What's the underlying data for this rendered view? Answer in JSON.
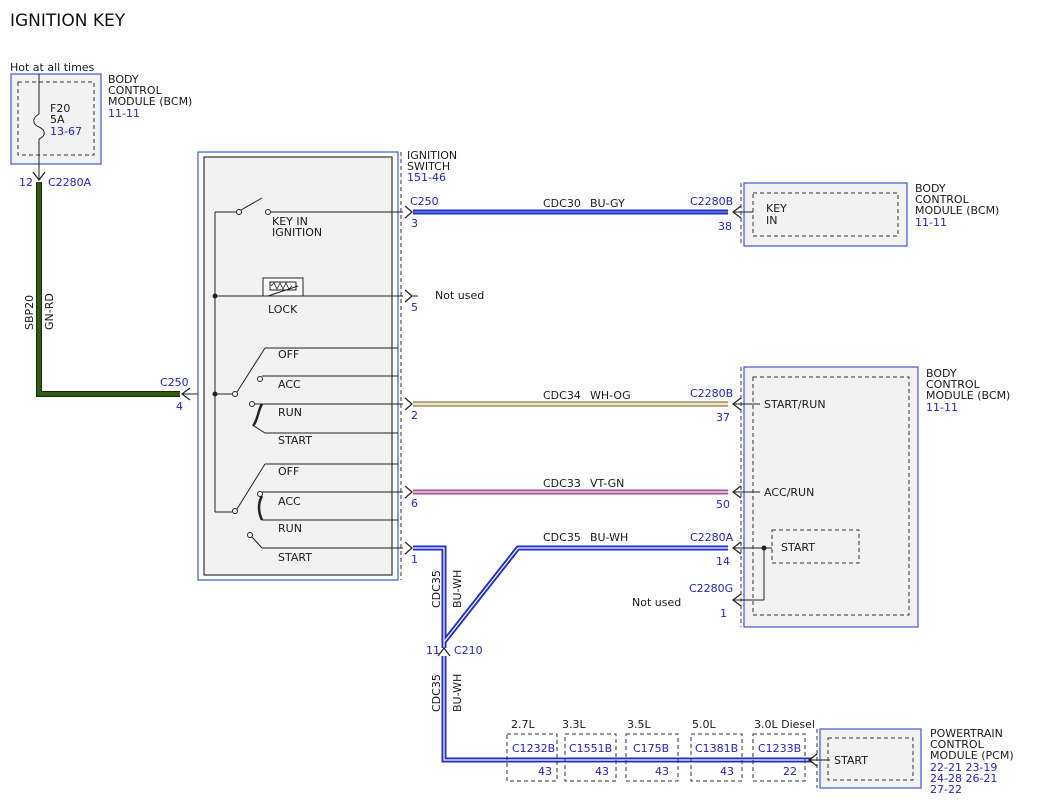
{
  "title": "IGNITION KEY",
  "colors": {
    "ref_blue": "#2222cc",
    "module_border": "#4455dd",
    "module_fill": "#f2f2f2",
    "wire_bu": "#1f2fd0",
    "wire_gn_rd": "#2e5a16",
    "wire_wh_og": "#c8a860",
    "wire_vt_gn": "#b04aa0"
  },
  "power_source": {
    "hot_label": "Hot at all times",
    "module_name": [
      "BODY",
      "CONTROL",
      "MODULE (BCM)"
    ],
    "module_ref": "11-11",
    "fuse_name": "F20",
    "fuse_rating": "5A",
    "fuse_ref": "13-67",
    "pin": "12",
    "connector": "C2280A"
  },
  "feed_wire": {
    "circuit": "SBP20",
    "color": "GN-RD",
    "connector": "C250",
    "pin": "4"
  },
  "ignition_switch": {
    "name": [
      "IGNITION",
      "SWITCH"
    ],
    "ref": "151-46",
    "key_in_label": [
      "KEY IN",
      "IGNITION"
    ],
    "lock_label": "LOCK",
    "switch1_positions": [
      "OFF",
      "ACC",
      "RUN",
      "START"
    ],
    "switch2_positions": [
      "OFF",
      "ACC",
      "RUN",
      "START"
    ],
    "connector": "C250",
    "pins": [
      "3",
      "5",
      "2",
      "6",
      "1"
    ],
    "not_used": "Not used"
  },
  "wires": [
    {
      "circuit": "CDC30",
      "color": "BU-GY"
    },
    {
      "circuit": "CDC34",
      "color": "WH-OG"
    },
    {
      "circuit": "CDC33",
      "color": "VT-GN"
    },
    {
      "circuit": "CDC35",
      "color": "BU-WH"
    }
  ],
  "bcm_key": {
    "name": [
      "BODY",
      "CONTROL",
      "MODULE (BCM)"
    ],
    "ref": "11-11",
    "connector": "C2280B",
    "pin": "38",
    "input": [
      "KEY",
      "IN"
    ]
  },
  "bcm_main": {
    "name": [
      "BODY",
      "CONTROL",
      "MODULE (BCM)"
    ],
    "ref": "11-11",
    "start_run_connector": "C2280B",
    "start_run_pin": "37",
    "start_run_label": "START/RUN",
    "acc_run_pin": "50",
    "acc_run_label": "ACC/RUN",
    "start_connector": "C2280A",
    "start_pin": "14",
    "start_label": "START",
    "unused_connector": "C2280G",
    "unused_pin": "1",
    "not_used": "Not used"
  },
  "splice": {
    "connector": "C210",
    "pin": "11",
    "circuit": "CDC35",
    "color": "BU-WH"
  },
  "pcm_connectors": [
    {
      "engine": "2.7L",
      "connector": "C1232B",
      "pin": "43"
    },
    {
      "engine": "3.3L",
      "connector": "C1551B",
      "pin": "43"
    },
    {
      "engine": "3.5L",
      "connector": "C175B",
      "pin": "43"
    },
    {
      "engine": "5.0L",
      "connector": "C1381B",
      "pin": "43"
    },
    {
      "engine": "3.0L Diesel",
      "connector": "C1233B",
      "pin": "22"
    }
  ],
  "pcm": {
    "name": [
      "POWERTRAIN",
      "CONTROL",
      "MODULE (PCM)"
    ],
    "refs": [
      "22-21 23-19",
      "24-28 26-21",
      "27-22"
    ],
    "input": "START"
  }
}
